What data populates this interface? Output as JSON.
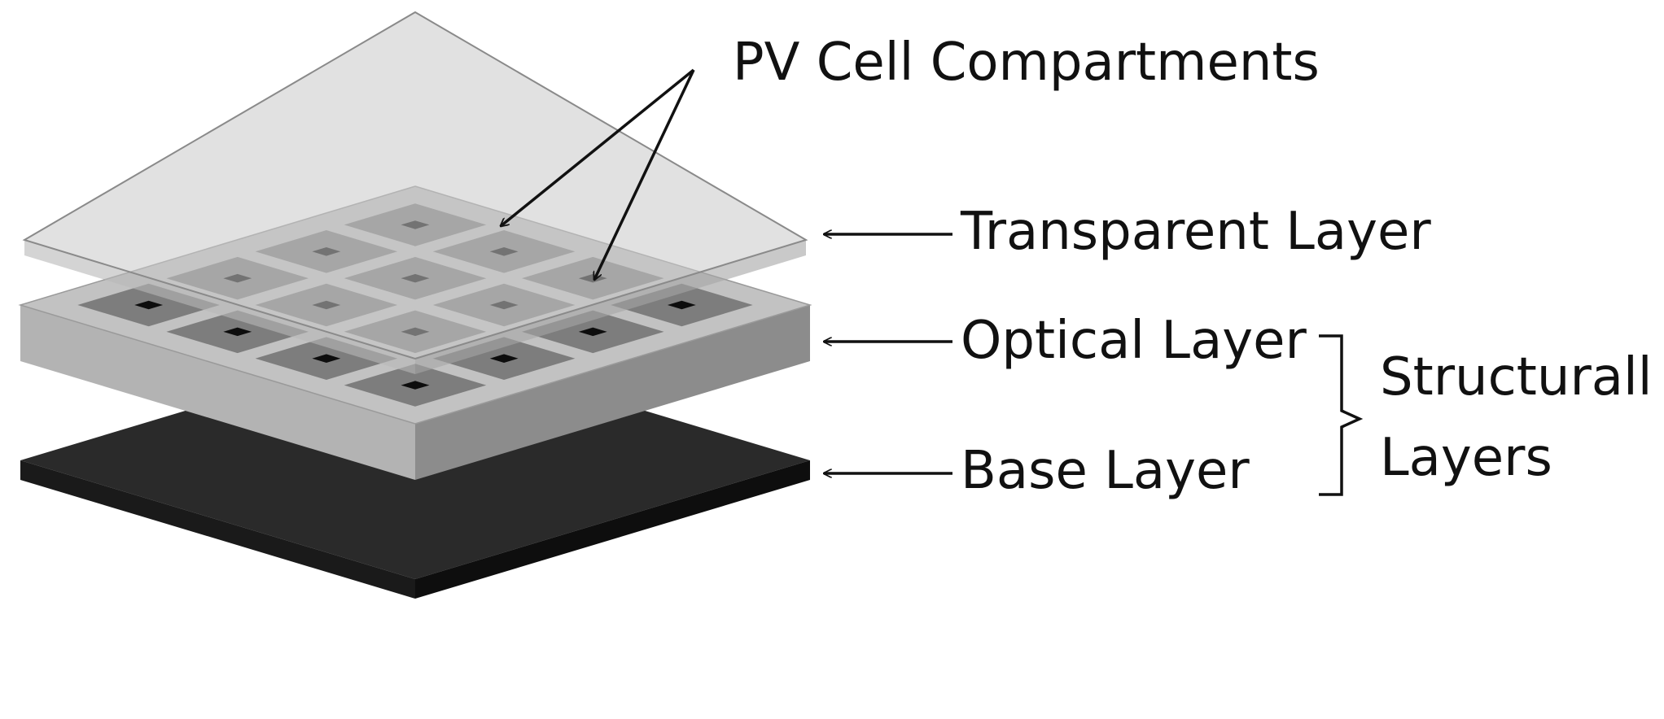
{
  "labels": {
    "pv_cells": "PV Cell Compartments",
    "transparent": "Transparent Layer",
    "optical": "Optical Layer",
    "base": "Base Layer",
    "structural_line1": "Structurall",
    "structural_line2": "Layers"
  },
  "colors": {
    "base_top": "#2a2a2a",
    "base_left": "#1a1a1a",
    "base_right": "#0e0e0e",
    "optical_top": "#c2c2c2",
    "optical_left": "#b3b3b3",
    "optical_right": "#8c8c8c",
    "cell": "#7d7d7d",
    "cell_bottom": "#0d0d0d",
    "transparent_fill": "#c8c8c8",
    "ink": "#111111"
  },
  "structure": {
    "cell_grid": 4
  }
}
